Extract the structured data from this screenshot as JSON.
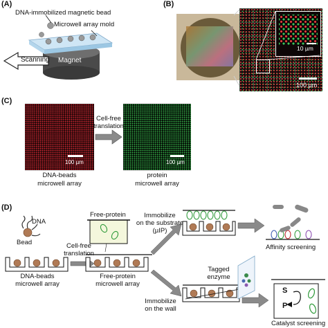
{
  "panels": {
    "a": "(A)",
    "b": "(B)",
    "c": "(C)",
    "d": "(D)"
  },
  "panel_a": {
    "bead_label": "DNA-immobilized magnetic bead",
    "mold_label": "Microwell array mold",
    "scanning_label": "Scanning",
    "magnet_label": "Magnet"
  },
  "panel_b": {
    "inset_scale": "10 µm",
    "main_scale": "100 µm"
  },
  "panel_c": {
    "arrow_label_line1": "Cell-free",
    "arrow_label_line2": "translation",
    "left_scale": "100 µm",
    "right_scale": "100 µm",
    "left_caption_line1": "DNA-beads",
    "left_caption_line2": "microwell array",
    "right_caption_line1": "protein",
    "right_caption_line2": "microwell array"
  },
  "panel_d": {
    "dna_label": "DNA",
    "bead_label": "Bead",
    "left_caption_line1": "DNA-beads",
    "left_caption_line2": "microwell array",
    "cellfree_line1": "Cell-free",
    "cellfree_line2": "translation",
    "free_protein_label": "Free-protein",
    "free_caption_line1": "Free-protein",
    "free_caption_line2": "microwell array",
    "immob_sub_line1": "Immobilize",
    "immob_sub_line2": "on the substrate",
    "immob_sub_line3": "(µIP)",
    "immob_wall_line1": "Immobilize",
    "immob_wall_line2": "on the wall",
    "tagged_line1": "Tagged",
    "tagged_line2": "enzyme",
    "affinity_label": "Affinity screening",
    "catalyst_label": "Catalyst screening",
    "s_label": "S",
    "p_label": "P"
  },
  "colors": {
    "dna_red": "#c0262b",
    "protein_green": "#2f9a3a",
    "bead_brown": "#b07a55",
    "arrow_gray": "#8a8a8a",
    "dark_bg": "#140a0c"
  }
}
